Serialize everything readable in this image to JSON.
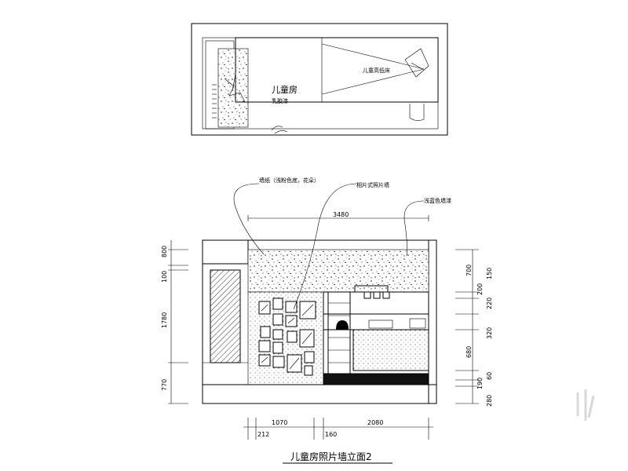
{
  "plan": {
    "room_label": "儿童房",
    "room_sublabel": "乳胶漆",
    "bed_label": "儿童高低床"
  },
  "annotations": [
    "墙纸（浅粉色底，花朵）",
    "相片式照片墙",
    "浅蓝色墙漆"
  ],
  "dimensions": {
    "top_total": "3480",
    "left": [
      "800",
      "100",
      "1780",
      "770"
    ],
    "right": [
      "700",
      "150",
      "200",
      "220",
      "320",
      "680",
      "190",
      "60",
      "280"
    ],
    "bottom": [
      "1070",
      "2080",
      "212",
      "160"
    ]
  },
  "title": "儿童房照片墙立面2"
}
